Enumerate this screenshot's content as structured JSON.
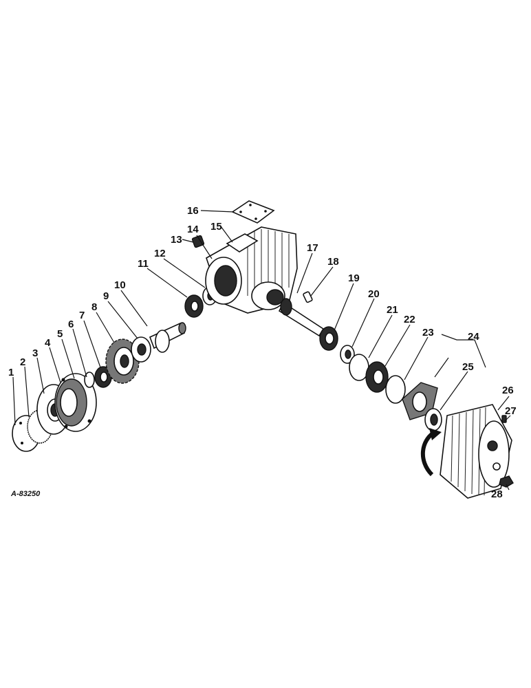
{
  "drawing_code": "A-83250",
  "callouts": [
    {
      "id": 1,
      "label": "1"
    },
    {
      "id": 2,
      "label": "2"
    },
    {
      "id": 3,
      "label": "3"
    },
    {
      "id": 4,
      "label": "4"
    },
    {
      "id": 5,
      "label": "5"
    },
    {
      "id": 6,
      "label": "6"
    },
    {
      "id": 7,
      "label": "7"
    },
    {
      "id": 8,
      "label": "8"
    },
    {
      "id": 9,
      "label": "9"
    },
    {
      "id": 10,
      "label": "10"
    },
    {
      "id": 11,
      "label": "11"
    },
    {
      "id": 12,
      "label": "12"
    },
    {
      "id": 13,
      "label": "13"
    },
    {
      "id": 14,
      "label": "14"
    },
    {
      "id": 15,
      "label": "15"
    },
    {
      "id": 16,
      "label": "16"
    },
    {
      "id": 17,
      "label": "17"
    },
    {
      "id": 18,
      "label": "18"
    },
    {
      "id": 19,
      "label": "19"
    },
    {
      "id": 20,
      "label": "20"
    },
    {
      "id": 21,
      "label": "21"
    },
    {
      "id": 22,
      "label": "22"
    },
    {
      "id": 23,
      "label": "23"
    },
    {
      "id": 24,
      "label": "24"
    },
    {
      "id": 25,
      "label": "25"
    },
    {
      "id": 26,
      "label": "26"
    },
    {
      "id": 27,
      "label": "27"
    },
    {
      "id": 28,
      "label": "28"
    }
  ]
}
